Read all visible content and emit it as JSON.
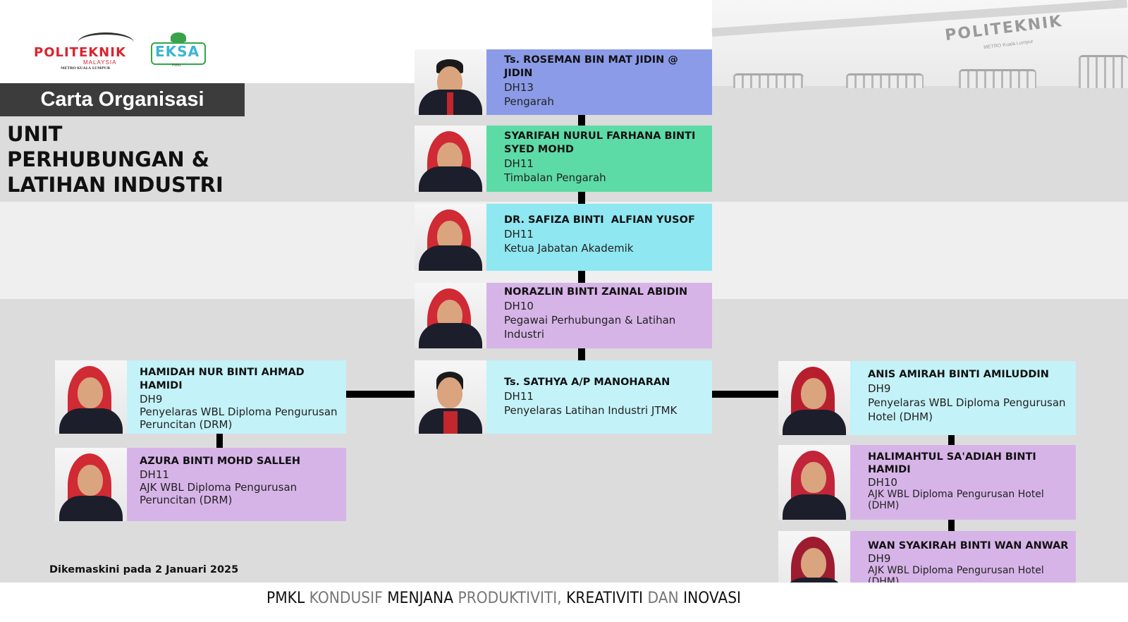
{
  "colors": {
    "blue": "#8b9be8",
    "green": "#5ddba6",
    "cyan": "#8fe7f1",
    "light_cyan": "#c3f2f8",
    "purple": "#d7b4e8",
    "band_gray": "#dcdcdc",
    "band_light": "#efefef",
    "hijab_red": "#d02a34"
  },
  "header": {
    "logo_politeknik": "POLITEKNIK",
    "logo_malaysia": "MALAYSIA",
    "logo_metro": "METRO KUALA LUMPUR",
    "logo_eksa": "EKSA",
    "logo_eksa_sub": "PMKL",
    "carta_label": "Carta Organisasi",
    "unit_title": "UNIT PERHUBUNGAN & LATIHAN INDUSTRI",
    "building_sign": "POLITEKNIK",
    "building_sign_sub": "METRO Kuala Lumpur"
  },
  "staff": {
    "roseman": {
      "name": "Ts. ROSEMAN BIN MAT JIDIN @ JIDIN",
      "grade": "DH13",
      "position": "Pengarah"
    },
    "syarifah": {
      "name": "SYARIFAH NURUL FARHANA BINTI SYED MOHD",
      "grade": "DH11",
      "position": "Timbalan Pengarah"
    },
    "safiza": {
      "name": "DR. SAFIZA BINTI  ALFIAN YUSOF",
      "grade": "DH11",
      "position": "Ketua Jabatan Akademik"
    },
    "norazlin": {
      "name": "NORAZLIN BINTI ZAINAL ABIDIN",
      "grade": "DH10",
      "position": "Pegawai Perhubungan & Latihan Industri"
    },
    "sathya": {
      "name": "Ts. SATHYA A/P MANOHARAN",
      "grade": "DH11",
      "position": "Penyelaras Latihan Industri JTMK"
    },
    "hamidah": {
      "name": "HAMIDAH NUR BINTI AHMAD HAMIDI",
      "grade": "DH9",
      "position": "Penyelaras WBL Diploma Pengurusan Peruncitan (DRM)"
    },
    "azura": {
      "name": "AZURA BINTI MOHD SALLEH",
      "grade": "DH11",
      "position": "AJK WBL Diploma Pengurusan Peruncitan (DRM)"
    },
    "anis": {
      "name": "ANIS AMIRAH BINTI AMILUDDIN",
      "grade": "DH9",
      "position": "Penyelaras WBL Diploma Pengurusan Hotel (DHM)"
    },
    "halimahtul": {
      "name": "HALIMAHTUL SA'ADIAH BINTI HAMIDI",
      "grade": "DH10",
      "position": "AJK WBL Diploma Pengurusan Hotel (DHM)"
    },
    "wan": {
      "name": "WAN SYAKIRAH BINTI WAN ANWAR",
      "grade": "DH9",
      "position": "AJK WBL Diploma Pengurusan Hotel (DHM)"
    }
  },
  "updated": "Dikemaskini pada 2 Januari 2025",
  "footer": {
    "w1": "PMKL",
    "w2": "KONDUSIF",
    "w3": "MENJANA",
    "w4": "PRODUKTIVITI,",
    "w5": "KREATIVITI",
    "w6": "DAN",
    "w7": "INOVASI"
  }
}
